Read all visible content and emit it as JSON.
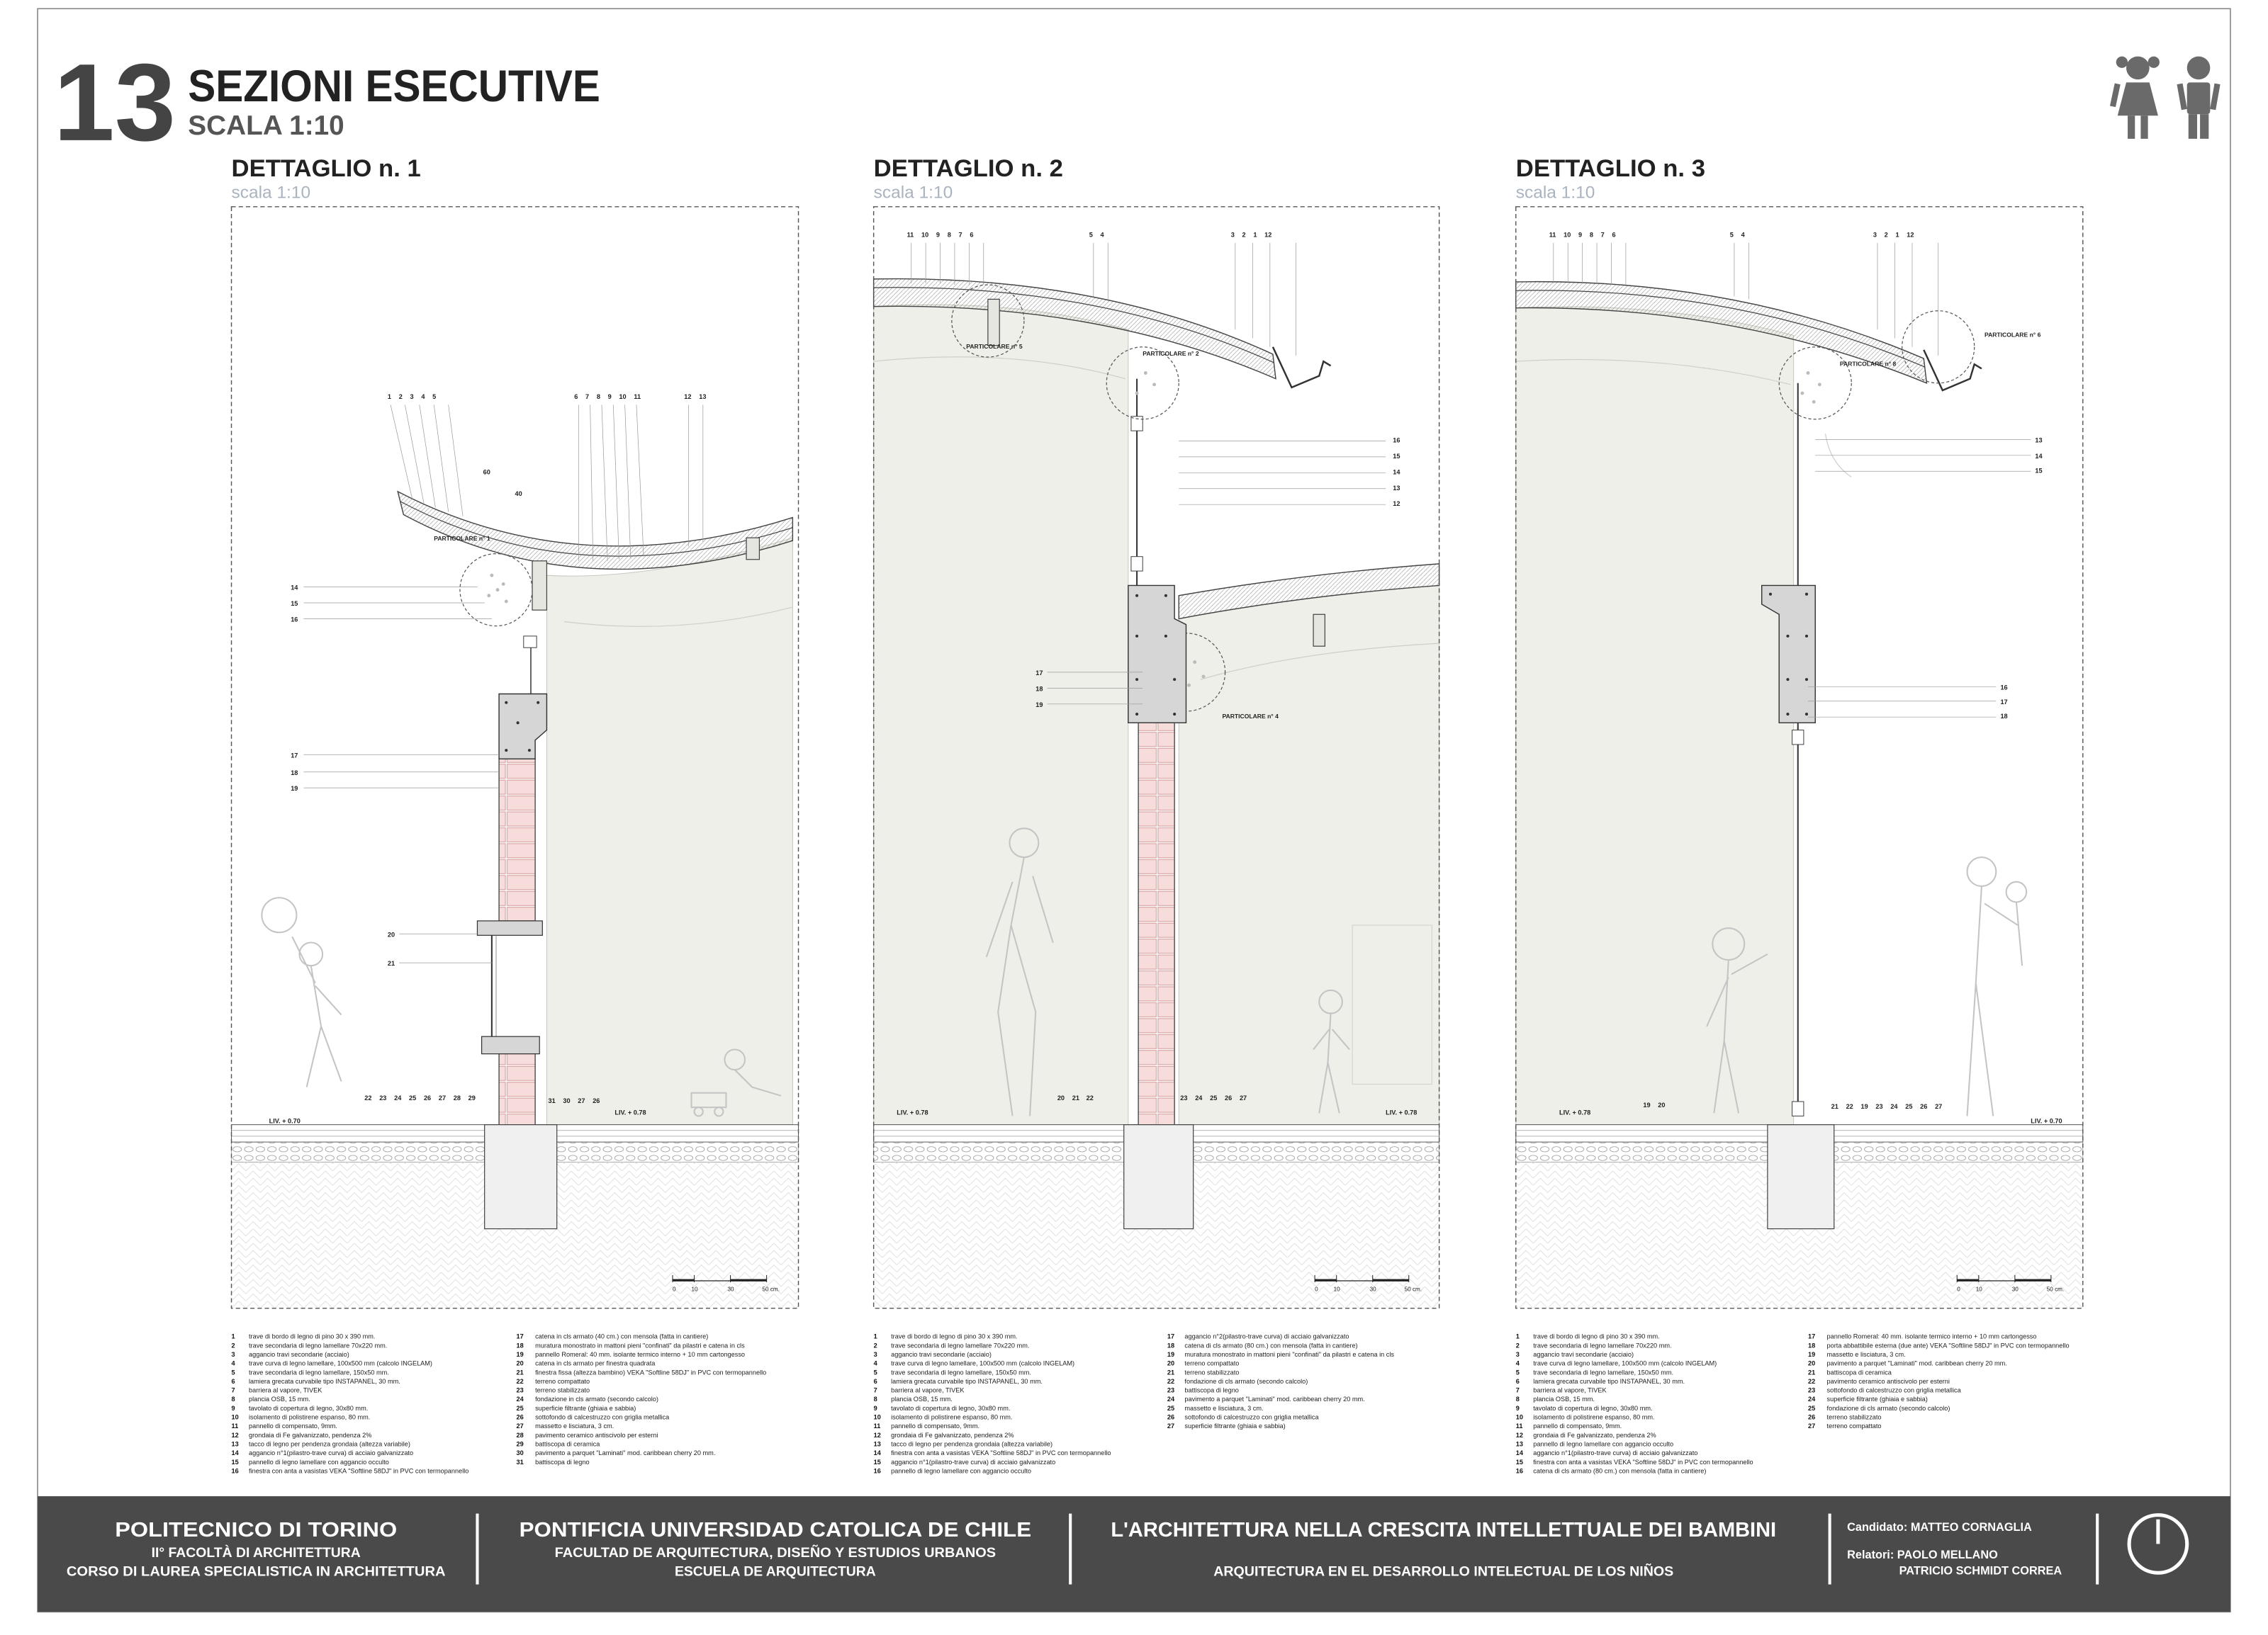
{
  "header": {
    "number": "13",
    "title": "SEZIONI ESECUTIVE",
    "subtitle": "SCALA 1:10"
  },
  "icons": {
    "top_right": "children-icon",
    "footer": "clock-icon"
  },
  "colors": {
    "footer": "#4a4a4a",
    "interior": "#edefe8",
    "brick": "#f7dcdc",
    "header_number": "#444444"
  },
  "details": [
    {
      "title": "DETTAGLIO n. 1",
      "scale": "scala 1:10",
      "labels": [
        "1 2 3 4 5",
        "6 7 8 9 10 11",
        "12 13",
        "14",
        "15",
        "16",
        "17",
        "18",
        "19",
        "20",
        "21",
        "22 23 24 25 26 27 28 29",
        "31 30 27 26",
        "LIV. + 0.70",
        "LIV. + 0.78",
        "PARTICOLARE n° 1",
        "60",
        "40"
      ],
      "scalebar": [
        "0",
        "10",
        "30",
        "50 cm."
      ],
      "legend": [
        {
          "n": "1",
          "t": "trave di bordo di legno di pino 30 x 390 mm."
        },
        {
          "n": "2",
          "t": "trave secondaria di legno lamellare 70x220 mm."
        },
        {
          "n": "3",
          "t": "aggancio travi secondarie (acciaio)"
        },
        {
          "n": "4",
          "t": "trave curva di legno lamellare, 100x500 mm (calcolo INGELAM)"
        },
        {
          "n": "5",
          "t": "trave secondaria di legno lamellare, 150x50 mm."
        },
        {
          "n": "6",
          "t": "lamiera grecata curvabile tipo INSTAPANEL, 30 mm."
        },
        {
          "n": "7",
          "t": "barriera al vapore, TIVEK"
        },
        {
          "n": "8",
          "t": "plancia OSB, 15 mm."
        },
        {
          "n": "9",
          "t": "tavolato di copertura di legno, 30x80 mm."
        },
        {
          "n": "10",
          "t": "isolamento di polistirene espanso, 80 mm."
        },
        {
          "n": "11",
          "t": "pannello di compensato, 9mm."
        },
        {
          "n": "12",
          "t": "grondaia di Fe galvanizzato, pendenza 2%"
        },
        {
          "n": "13",
          "t": "tacco di legno per pendenza grondaia (altezza variabile)"
        },
        {
          "n": "14",
          "t": "aggancio n°1(pilastro-trave curva) di acciaio galvanizzato"
        },
        {
          "n": "15",
          "t": "pannello di legno lamellare con aggancio occulto"
        },
        {
          "n": "16",
          "t": "finestra con anta a vasistas VEKA \"Softline 58DJ\" in PVC con termopannello"
        },
        {
          "n": "17",
          "t": "catena in cls armato (40 cm.) con mensola (fatta in cantiere)"
        },
        {
          "n": "18",
          "t": "muratura monostrato in mattoni pieni \"confinati\" da pilastri e catena in cls"
        },
        {
          "n": "19",
          "t": "pannello Romeral: 40 mm. isolante termico interno + 10 mm cartongesso"
        },
        {
          "n": "20",
          "t": "catena in cls armato per finestra quadrata"
        },
        {
          "n": "21",
          "t": "finestra fissa (altezza bambino) VEKA \"Softline 58DJ\" in PVC con termopannello"
        },
        {
          "n": "22",
          "t": "terreno compattato"
        },
        {
          "n": "23",
          "t": "terreno stabilizzato"
        },
        {
          "n": "24",
          "t": "fondazione in cls armato (secondo calcolo)"
        },
        {
          "n": "25",
          "t": "superficie filtrante (ghiaia e sabbia)"
        },
        {
          "n": "26",
          "t": "sottofondo di calcestruzzo con griglia metallica"
        },
        {
          "n": "27",
          "t": "massetto e lisciatura, 3 cm."
        },
        {
          "n": "28",
          "t": "pavimento ceramico antiscivolo per esterni"
        },
        {
          "n": "29",
          "t": "battiscopa di ceramica"
        },
        {
          "n": "30",
          "t": "pavimento a parquet \"Laminati\" mod. caribbean cherry 20 mm."
        },
        {
          "n": "31",
          "t": "battiscopa di legno"
        }
      ]
    },
    {
      "title": "DETTAGLIO n. 2",
      "scale": "scala 1:10",
      "labels": [
        "11 10 9 8 7 6",
        "5 4",
        "3 2 1 12",
        "16",
        "15",
        "14",
        "13",
        "12",
        "17",
        "18",
        "19",
        "20 21",
        "22",
        "23 24 25 26 27",
        "LIV. + 0.78",
        "LIV. + 0.78",
        "PARTICOLARE n° 5",
        "PARTICOLARE n° 2",
        "PARTICOLARE n° 4"
      ],
      "scalebar": [
        "0",
        "10",
        "30",
        "50 cm."
      ],
      "legend": [
        {
          "n": "1",
          "t": "trave di bordo di legno di pino 30 x 390 mm."
        },
        {
          "n": "2",
          "t": "trave secondaria di legno lamellare 70x220 mm."
        },
        {
          "n": "3",
          "t": "aggancio travi secondarie (acciaio)"
        },
        {
          "n": "4",
          "t": "trave curva di legno lamellare, 100x500 mm (calcolo INGELAM)"
        },
        {
          "n": "5",
          "t": "trave secondaria di legno lamellare, 150x50 mm."
        },
        {
          "n": "6",
          "t": "lamiera grecata curvabile tipo INSTAPANEL, 30 mm."
        },
        {
          "n": "7",
          "t": "barriera al vapore, TIVEK"
        },
        {
          "n": "8",
          "t": "plancia OSB, 15 mm."
        },
        {
          "n": "9",
          "t": "tavolato di copertura di legno, 30x80 mm."
        },
        {
          "n": "10",
          "t": "isolamento di polistirene espanso, 80 mm."
        },
        {
          "n": "11",
          "t": "pannello di compensato, 9mm."
        },
        {
          "n": "12",
          "t": "grondaia di Fe galvanizzato, pendenza 2%"
        },
        {
          "n": "13",
          "t": "tacco di legno per pendenza grondaia (altezza variabile)"
        },
        {
          "n": "14",
          "t": "finestra con anta a vasistas VEKA \"Softline 58DJ\" in PVC con termopannello"
        },
        {
          "n": "15",
          "t": "aggancio n°1(pilastro-trave curva) di acciaio galvanizzato"
        },
        {
          "n": "16",
          "t": "pannello di legno lamellare con aggancio occulto"
        },
        {
          "n": "17",
          "t": "aggancio n°2(pilastro-trave curva) di acciaio galvanizzato"
        },
        {
          "n": "18",
          "t": "catena di cls armato (80 cm.) con mensola (fatta in cantiere)"
        },
        {
          "n": "19",
          "t": "muratura monostrato in mattoni pieni \"confinati\" da pilastri e catena in cls"
        },
        {
          "n": "20",
          "t": "terreno compattato"
        },
        {
          "n": "21",
          "t": "terreno stabilizzato"
        },
        {
          "n": "22",
          "t": "fondazione di cls armato (secondo calcolo)"
        },
        {
          "n": "23",
          "t": "battiscopa di legno"
        },
        {
          "n": "24",
          "t": "pavimento a parquet \"Laminati\" mod. caribbean cherry 20 mm."
        },
        {
          "n": "25",
          "t": "massetto e lisciatura, 3 cm."
        },
        {
          "n": "26",
          "t": "sottofondo di calcestruzzo con griglia metallica"
        },
        {
          "n": "27",
          "t": "superficie filtrante (ghiaia e sabbia)"
        }
      ]
    },
    {
      "title": "DETTAGLIO n. 3",
      "scale": "scala 1:10",
      "labels": [
        "11 10 9 8 7 6",
        "5 4",
        "3 2 1 12",
        "13",
        "14",
        "15",
        "16",
        "17",
        "18",
        "19 20",
        "21 22 19 23 24 25 26 27",
        "LIV. + 0.78",
        "LIV. + 0.70",
        "PARTICOLARE n° 8",
        "PARTICOLARE n° 6"
      ],
      "scalebar": [
        "0",
        "10",
        "30",
        "50 cm."
      ],
      "legend": [
        {
          "n": "1",
          "t": "trave di bordo di legno di pino 30 x 390 mm."
        },
        {
          "n": "2",
          "t": "trave secondaria di legno lamellare 70x220 mm."
        },
        {
          "n": "3",
          "t": "aggancio travi secondarie (acciaio)"
        },
        {
          "n": "4",
          "t": "trave curva di legno lamellare, 100x500 mm (calcolo INGELAM)"
        },
        {
          "n": "5",
          "t": "trave secondaria di legno lamellare, 150x50 mm."
        },
        {
          "n": "6",
          "t": "lamiera grecata curvabile tipo INSTAPANEL, 30 mm."
        },
        {
          "n": "7",
          "t": "barriera al vapore, TIVEK"
        },
        {
          "n": "8",
          "t": "plancia OSB, 15 mm."
        },
        {
          "n": "9",
          "t": "tavolato di copertura di legno, 30x80 mm."
        },
        {
          "n": "10",
          "t": "isolamento di polistirene espanso, 80 mm."
        },
        {
          "n": "11",
          "t": "pannello di compensato, 9mm."
        },
        {
          "n": "12",
          "t": "grondaia di Fe galvanizzato, pendenza 2%"
        },
        {
          "n": "13",
          "t": "pannello di legno lamellare con aggancio occulto"
        },
        {
          "n": "14",
          "t": "aggancio n°1(pilastro-trave curva) di acciaio galvanizzato"
        },
        {
          "n": "15",
          "t": "finestra con anta a vasistas VEKA \"Softline 58DJ\" in PVC con termopannello"
        },
        {
          "n": "16",
          "t": "catena di cls armato (80 cm.) con mensola (fatta in cantiere)"
        },
        {
          "n": "17",
          "t": "pannello Romeral: 40 mm. isolante termico interno + 10 mm cartongesso"
        },
        {
          "n": "18",
          "t": "porta abbattibile esterna (due ante) VEKA \"Softline 58DJ\" in PVC con termopannello"
        },
        {
          "n": "19",
          "t": "massetto e lisciatura, 3 cm."
        },
        {
          "n": "20",
          "t": "pavimento a parquet \"Laminati\" mod. caribbean cherry 20 mm."
        },
        {
          "n": "21",
          "t": "battiscopa di ceramica"
        },
        {
          "n": "22",
          "t": "pavimento ceramico antiscivolo per esterni"
        },
        {
          "n": "23",
          "t": "sottofondo di calcestruzzo con griglia metallica"
        },
        {
          "n": "24",
          "t": "superficie filtrante (ghiaia e sabbia)"
        },
        {
          "n": "25",
          "t": "fondazione di cls armato (secondo calcolo)"
        },
        {
          "n": "26",
          "t": "terreno stabilizzato"
        },
        {
          "n": "27",
          "t": "terreno compattato"
        }
      ]
    }
  ],
  "footer": {
    "polito": {
      "name": "POLITECNICO DI TORINO",
      "faculty": "II° FACOLTÀ DI ARCHITETTURA",
      "course": "CORSO DI LAUREA SPECIALISTICA IN ARCHITETTURA"
    },
    "puc": {
      "name": "PONTIFICIA UNIVERSIDAD CATOLICA DE CHILE",
      "faculty": "FACULTAD DE ARQUITECTURA, DISEÑO Y ESTUDIOS URBANOS",
      "school": "ESCUELA DE ARQUITECTURA"
    },
    "thesis": {
      "title_it": "L'ARCHITETTURA NELLA CRESCITA INTELLETTUALE DEI BAMBINI",
      "title_es": "ARQUITECTURA EN EL DESARROLLO INTELECTUAL DE LOS NIÑOS"
    },
    "people": {
      "candidate": "Candidato: MATTEO CORNAGLIA",
      "advisors_1": "Relatori: PAOLO MELLANO",
      "advisors_2": "PATRICIO SCHMIDT CORREA"
    }
  }
}
